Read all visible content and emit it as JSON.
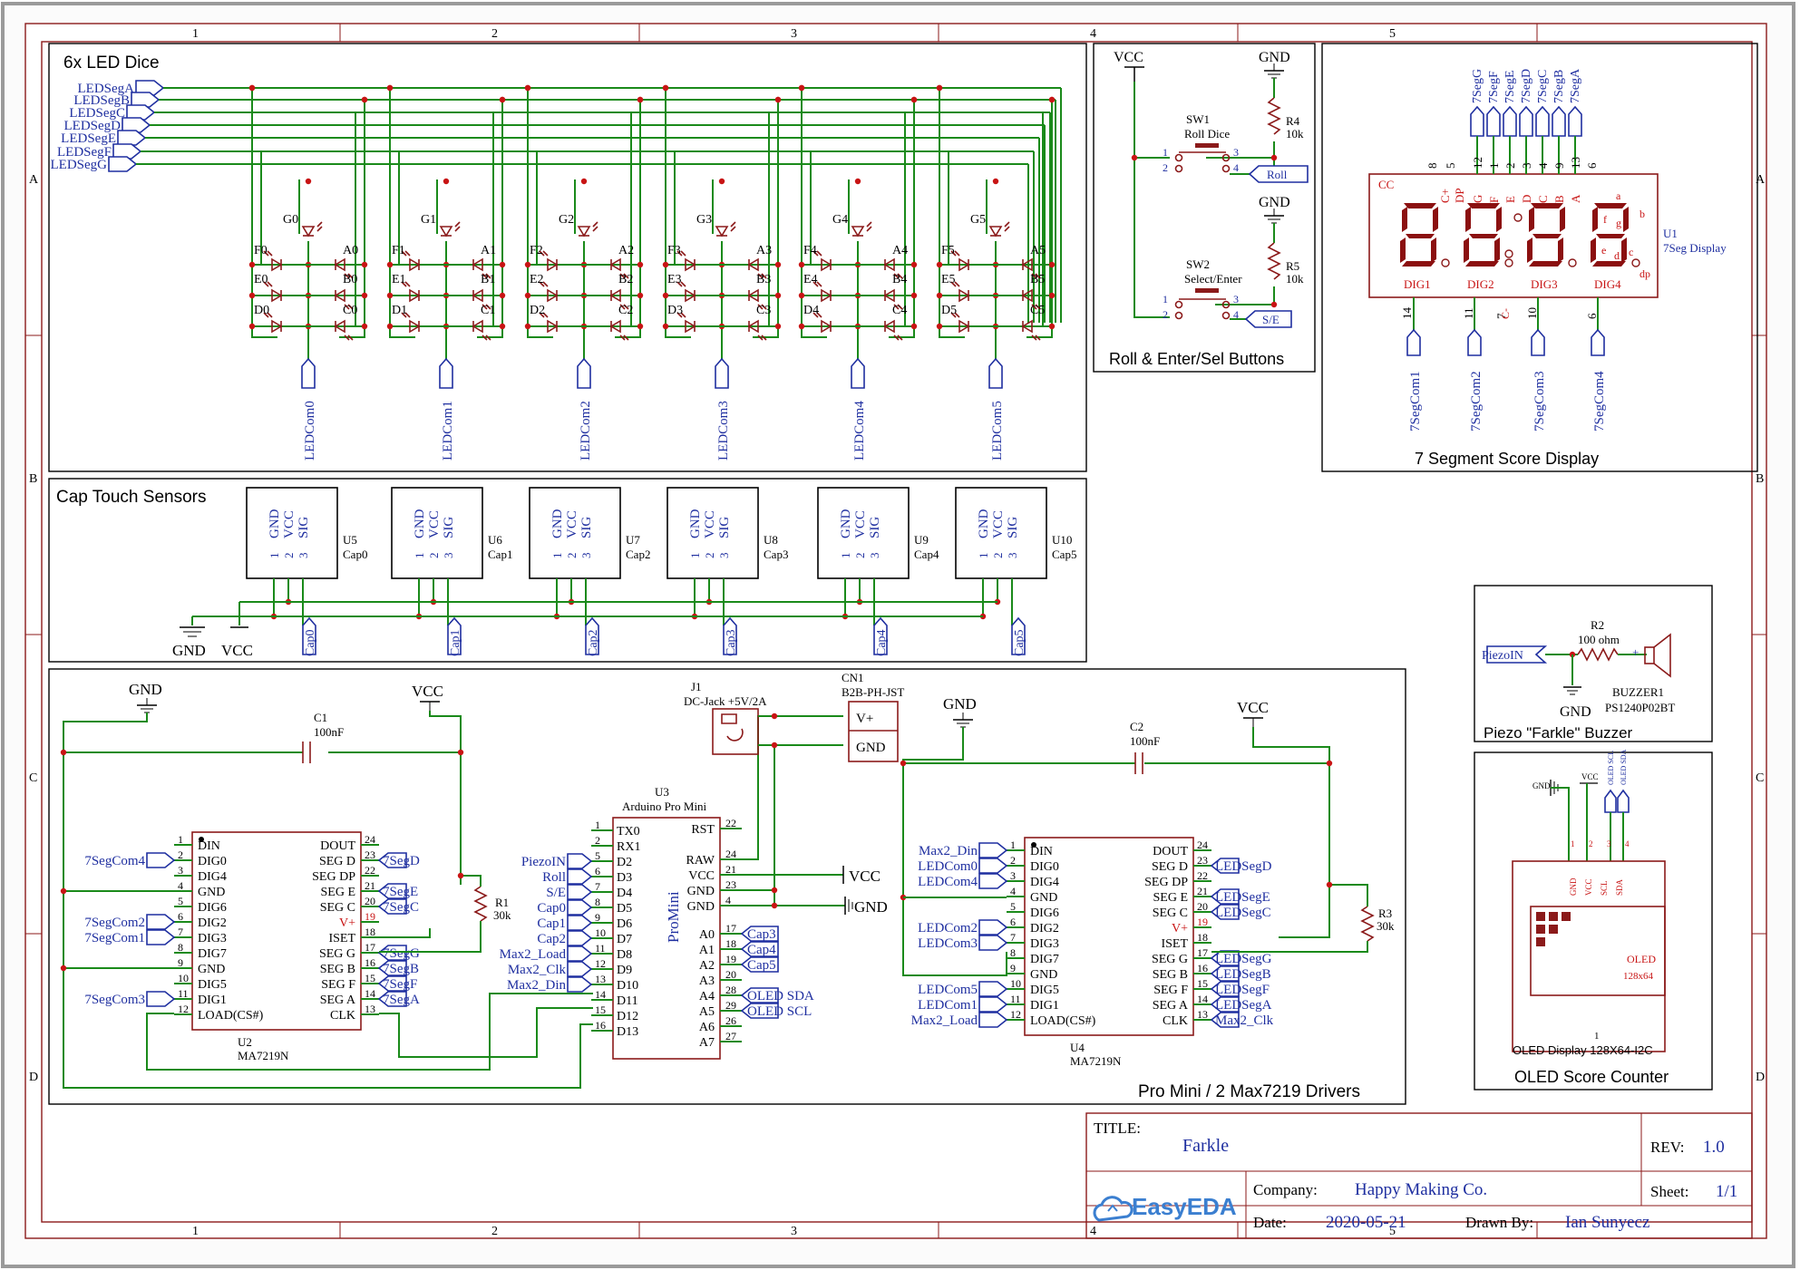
{
  "sheet": {
    "col_markers": [
      "1",
      "2",
      "3",
      "4",
      "5"
    ],
    "row_markers": [
      "A",
      "B",
      "C",
      "D"
    ]
  },
  "sections": {
    "led_dice": "6x LED Dice",
    "buttons": "Roll & Enter/Sel Buttons",
    "seg_display": "7 Segment Score Display",
    "cap_touch": "Cap Touch Sensors",
    "promini": "Pro Mini / 2 Max7219 Drivers",
    "piezo": "Piezo \"Farkle\" Buzzer",
    "oled": "OLED Score Counter"
  },
  "led_dice": {
    "seg_nets": [
      "LEDSegA",
      "LEDSegB",
      "LEDSegC",
      "LEDSegD",
      "LEDSegE",
      "LEDSegF",
      "LEDSegG"
    ],
    "dice": [
      {
        "g": "G0",
        "a": "A0",
        "b": "B0",
        "c": "C0",
        "d": "D0",
        "e": "E0",
        "f": "F0",
        "com": "LEDCom0"
      },
      {
        "g": "G1",
        "a": "A1",
        "b": "B1",
        "c": "C1",
        "d": "D1",
        "e": "E1",
        "f": "F1",
        "com": "LEDCom1"
      },
      {
        "g": "G2",
        "a": "A2",
        "b": "B2",
        "c": "C2",
        "d": "D2",
        "e": "E2",
        "f": "F2",
        "com": "LEDCom2"
      },
      {
        "g": "G3",
        "a": "A3",
        "b": "B3",
        "c": "C3",
        "d": "D3",
        "e": "E3",
        "f": "F3",
        "com": "LEDCom3"
      },
      {
        "g": "G4",
        "a": "A4",
        "b": "B4",
        "c": "C4",
        "d": "D4",
        "e": "E4",
        "f": "F4",
        "com": "LEDCom4"
      },
      {
        "g": "G5",
        "a": "A5",
        "b": "B5",
        "c": "C5",
        "d": "D5",
        "e": "E5",
        "f": "F5",
        "com": "LEDCom5"
      }
    ]
  },
  "buttons": {
    "vcc": "VCC",
    "gnd": "GND",
    "sw1_ref": "SW1",
    "sw1_name": "Roll Dice",
    "sw2_ref": "SW2",
    "sw2_name": "Select/Enter",
    "r4_ref": "R4",
    "r4_val": "10k",
    "r5_ref": "R5",
    "r5_val": "10k",
    "net_roll": "Roll",
    "net_se": "S/E",
    "pin1": "1",
    "pin2": "2",
    "pin3": "3",
    "pin4": "4"
  },
  "seg_display": {
    "top_nets": [
      "7SegG",
      "7SegF",
      "7SegE",
      "7SegD",
      "7SegC",
      "7SegB",
      "7SegA"
    ],
    "top_pins": [
      "8",
      "5",
      "12",
      "1",
      "2",
      "3",
      "4",
      "9",
      "13",
      "6"
    ],
    "top_pin_labels": [
      "C+",
      "DP",
      "G",
      "F",
      "E",
      "D",
      "C",
      "B",
      "A"
    ],
    "cc": "CC",
    "ref": "U1",
    "name": "7Seg Display",
    "digit_labels": [
      "DIG1",
      "DIG2",
      "DIG3",
      "DIG4"
    ],
    "bottom_pins": [
      "14",
      "11",
      "7",
      "10",
      "6"
    ],
    "bottom_pin_mid": "C-",
    "com_nets": [
      "7SegCom1",
      "7SegCom2",
      "7SegCom3",
      "7SegCom4"
    ],
    "seg_letters": [
      "a",
      "b",
      "c",
      "d",
      "e",
      "f",
      "g",
      "dp"
    ]
  },
  "cap_touch": {
    "pin_names": [
      "GND",
      "VCC",
      "SIG"
    ],
    "pin_nums": [
      "1",
      "2",
      "3"
    ],
    "sensors": [
      {
        "ref": "U5",
        "name": "Cap0",
        "net": "Cap0"
      },
      {
        "ref": "U6",
        "name": "Cap1",
        "net": "Cap1"
      },
      {
        "ref": "U7",
        "name": "Cap2",
        "net": "Cap2"
      },
      {
        "ref": "U8",
        "name": "Cap3",
        "net": "Cap3"
      },
      {
        "ref": "U9",
        "name": "Cap4",
        "net": "Cap4"
      },
      {
        "ref": "U10",
        "name": "Cap5",
        "net": "Cap5"
      }
    ],
    "gnd": "GND",
    "vcc": "VCC"
  },
  "promini": {
    "gnd": "GND",
    "vcc": "VCC",
    "c1_ref": "C1",
    "c1_val": "100nF",
    "c2_ref": "C2",
    "c2_val": "100nF",
    "r1_ref": "R1",
    "r1_val": "30k",
    "r3_ref": "R3",
    "r3_val": "30k",
    "j1_ref": "J1",
    "j1_name": "DC-Jack +5V/2A",
    "cn1_ref": "CN1",
    "cn1_name": "B2B-PH-JST",
    "cn1_vplus": "V+",
    "cn1_gnd": "GND",
    "u3_ref": "U3",
    "u3_name": "Arduino Pro Mini",
    "u3_body": "ProMini",
    "u3_left": [
      {
        "n": "1",
        "p": "TX0",
        "net": ""
      },
      {
        "n": "2",
        "p": "RX1",
        "net": ""
      },
      {
        "n": "5",
        "p": "D2",
        "net": "PiezoIN"
      },
      {
        "n": "6",
        "p": "D3",
        "net": "Roll"
      },
      {
        "n": "7",
        "p": "D4",
        "net": "S/E"
      },
      {
        "n": "8",
        "p": "D5",
        "net": "Cap0"
      },
      {
        "n": "9",
        "p": "D6",
        "net": "Cap1"
      },
      {
        "n": "10",
        "p": "D7",
        "net": "Cap2"
      },
      {
        "n": "11",
        "p": "D8",
        "net": "Max2_Load"
      },
      {
        "n": "12",
        "p": "D9",
        "net": "Max2_Clk"
      },
      {
        "n": "13",
        "p": "D10",
        "net": "Max2_Din"
      },
      {
        "n": "14",
        "p": "D11",
        "net": ""
      },
      {
        "n": "15",
        "p": "D12",
        "net": ""
      },
      {
        "n": "16",
        "p": "D13",
        "net": ""
      }
    ],
    "u3_right": [
      {
        "n": "22",
        "p": "RST",
        "net": ""
      },
      {
        "n": "24",
        "p": "RAW",
        "net": ""
      },
      {
        "n": "21",
        "p": "VCC",
        "net": "VCC"
      },
      {
        "n": "23",
        "p": "GND",
        "net": ""
      },
      {
        "n": "4",
        "p": "GND",
        "net": "GND"
      },
      {
        "n": "17",
        "p": "A0",
        "net": "Cap3"
      },
      {
        "n": "18",
        "p": "A1",
        "net": "Cap4"
      },
      {
        "n": "19",
        "p": "A2",
        "net": "Cap5"
      },
      {
        "n": "20",
        "p": "A3",
        "net": ""
      },
      {
        "n": "28",
        "p": "A4",
        "net": "OLED SDA"
      },
      {
        "n": "29",
        "p": "A5",
        "net": "OLED SCL"
      },
      {
        "n": "26",
        "p": "A6",
        "net": ""
      },
      {
        "n": "27",
        "p": "A7",
        "net": ""
      }
    ],
    "max_left_pins": [
      {
        "n": "1",
        "p": "DIN"
      },
      {
        "n": "2",
        "p": "DIG0"
      },
      {
        "n": "3",
        "p": "DIG4"
      },
      {
        "n": "4",
        "p": "GND"
      },
      {
        "n": "5",
        "p": "DIG6"
      },
      {
        "n": "6",
        "p": "DIG2"
      },
      {
        "n": "7",
        "p": "DIG3"
      },
      {
        "n": "8",
        "p": "DIG7"
      },
      {
        "n": "9",
        "p": "GND"
      },
      {
        "n": "10",
        "p": "DIG5"
      },
      {
        "n": "11",
        "p": "DIG1"
      },
      {
        "n": "12",
        "p": "LOAD(CS#)"
      }
    ],
    "max_right_pins": [
      {
        "n": "24",
        "p": "DOUT"
      },
      {
        "n": "23",
        "p": "SEG D"
      },
      {
        "n": "22",
        "p": "SEG DP"
      },
      {
        "n": "21",
        "p": "SEG E"
      },
      {
        "n": "20",
        "p": "SEG C"
      },
      {
        "n": "19",
        "p": "V+"
      },
      {
        "n": "18",
        "p": "ISET"
      },
      {
        "n": "17",
        "p": "SEG G"
      },
      {
        "n": "16",
        "p": "SEG B"
      },
      {
        "n": "15",
        "p": "SEG F"
      },
      {
        "n": "14",
        "p": "SEG A"
      },
      {
        "n": "13",
        "p": "CLK"
      }
    ],
    "u2_ref": "U2",
    "u2_name": "MA7219N",
    "u4_ref": "U4",
    "u4_name": "MA7219N",
    "u2_left_nets": [
      "",
      "7SegCom4",
      "",
      "",
      "",
      "7SegCom2",
      "7SegCom1",
      "",
      "",
      "",
      "7SegCom3",
      ""
    ],
    "u2_right_nets": [
      "",
      "7SegD",
      "",
      "7SegE",
      "7SegC",
      "",
      "",
      "7SegG",
      "7SegB",
      "7SegF",
      "7SegA",
      ""
    ],
    "u4_left_nets": [
      "Max2_Din",
      "LEDCom0",
      "LEDCom4",
      "",
      "",
      "LEDCom2",
      "LEDCom3",
      "",
      "",
      "LEDCom5",
      "LEDCom1",
      "Max2_Load"
    ],
    "u4_right_nets": [
      "",
      "LEDSegD",
      "",
      "LEDSegE",
      "LEDSegC",
      "",
      "",
      "LEDSegG",
      "LEDSegB",
      "LEDSegF",
      "LEDSegA",
      "Max2_Clk"
    ]
  },
  "piezo": {
    "net": "PiezoIN",
    "r2_ref": "R2",
    "r2_val": "100 ohm",
    "gnd": "GND",
    "buzzer_ref": "BUZZER1",
    "buzzer_name": "PS1240P02BT",
    "plus": "+"
  },
  "oled": {
    "gnd": "GND",
    "vcc": "VCC",
    "top_nets": [
      "OLED SCL",
      "OLED SDA"
    ],
    "pins": [
      "1",
      "2",
      "3",
      "4"
    ],
    "pin_names": [
      "GND",
      "VCC",
      "SCL",
      "SDA"
    ],
    "label": "OLED",
    "size": "128x64",
    "ref_pin": "1",
    "name": "OLED Display 128X64-I2C"
  },
  "titleblock": {
    "title_label": "TITLE:",
    "title": "Farkle",
    "rev_label": "REV:",
    "rev": "1.0",
    "company_label": "Company:",
    "company": "Happy Making Co.",
    "sheet_label": "Sheet:",
    "sheet": "1/1",
    "date_label": "Date:",
    "date": "2020-05-21",
    "drawn_label": "Drawn By:",
    "drawn_by": "Ian Sunyecz",
    "logo_text": "EasyEDA"
  }
}
